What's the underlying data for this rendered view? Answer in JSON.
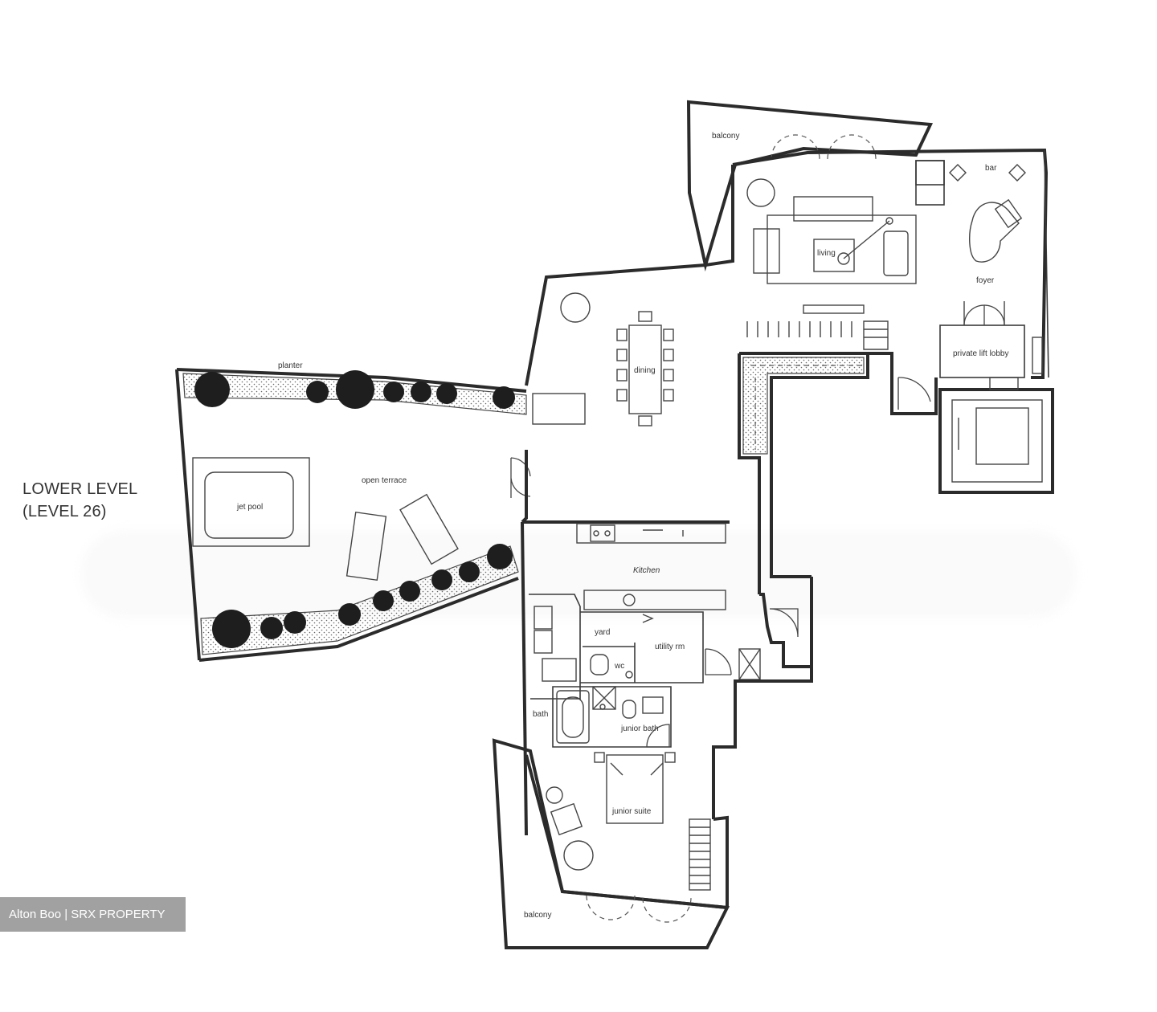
{
  "level_label": {
    "line1": "LOWER LEVEL",
    "line2": "(LEVEL 26)"
  },
  "rooms": {
    "balcony_top": "balcony",
    "bar": "bar",
    "living": "living",
    "foyer": "foyer",
    "dining": "dining",
    "private_lift_lobby": "private lift lobby",
    "planter": "planter",
    "jet_pool": "jet pool",
    "open_terrace": "open terrace",
    "kitchen": "Kitchen",
    "yard": "yard",
    "utility_rm": "utility rm",
    "wc": "wc",
    "bath": "bath",
    "junior_bath": "junior bath",
    "junior_suite": "junior suite",
    "balcony_bottom": "balcony"
  },
  "watermark": "Alton Boo | SRX PROPERTY"
}
